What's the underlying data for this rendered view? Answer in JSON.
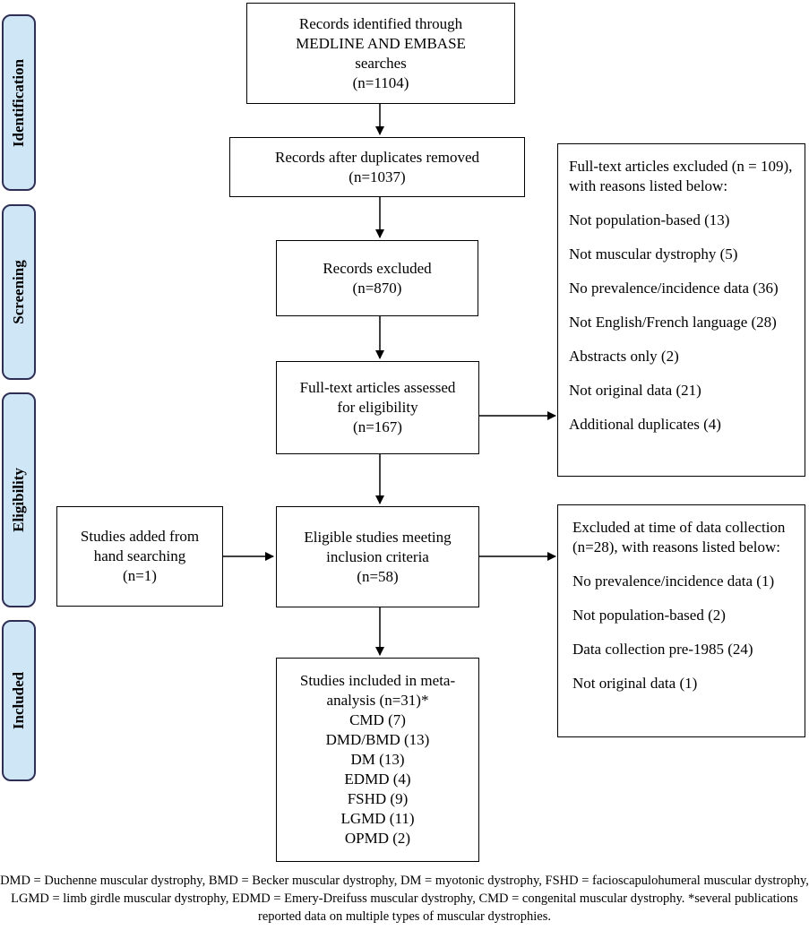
{
  "stages": {
    "identification": "Identification",
    "screening": "Screening",
    "eligibility": "Eligibility",
    "included": "Included"
  },
  "boxes": {
    "identified": {
      "lines": [
        "Records identified through",
        "MEDLINE AND EMBASE",
        "searches",
        "(n=1104)"
      ]
    },
    "dedup": {
      "lines": [
        "Records after duplicates removed",
        "(n=1037)"
      ]
    },
    "excluded_records": {
      "lines": [
        "Records excluded",
        "(n=870)"
      ]
    },
    "fulltext": {
      "lines": [
        "Full-text articles assessed",
        "for eligibility",
        "(n=167)"
      ]
    },
    "hand_search": {
      "lines": [
        "Studies added from",
        "hand searching",
        "(n=1)"
      ]
    },
    "eligible": {
      "lines": [
        "Eligible studies meeting",
        "inclusion criteria",
        "(n=58)"
      ]
    },
    "included": {
      "lines": [
        "Studies included in meta-",
        "analysis (n=31)*",
        "CMD (7)",
        "DMD/BMD (13)",
        "DM (13)",
        "EDMD (4)",
        "FSHD (9)",
        "LGMD (11)",
        "OPMD (2)"
      ]
    },
    "fulltext_excluded": {
      "heading": "Full-text articles excluded (n = 109), with reasons listed below:",
      "items": [
        "Not population-based (13)",
        "Not muscular dystrophy (5)",
        "No prevalence/incidence data (36)",
        "Not English/French language (28)",
        "Abstracts only (2)",
        "Not original data (21)",
        "Additional duplicates (4)"
      ]
    },
    "collection_excluded": {
      "heading": "Excluded at time of data collection (n=28), with reasons listed below:",
      "items": [
        "No prevalence/incidence data (1)",
        "Not population-based (2)",
        "Data collection pre-1985 (24)",
        "Not original data (1)"
      ]
    }
  },
  "footnote": "DMD = Duchenne muscular dystrophy, BMD = Becker muscular dystrophy, DM = myotonic dystrophy, FSHD = facioscapulohumeral muscular dystrophy, LGMD = limb girdle muscular dystrophy, EDMD = Emery-Dreifuss muscular dystrophy, CMD = congenital muscular dystrophy. *several publications reported data on multiple types of muscular dystrophies."
}
